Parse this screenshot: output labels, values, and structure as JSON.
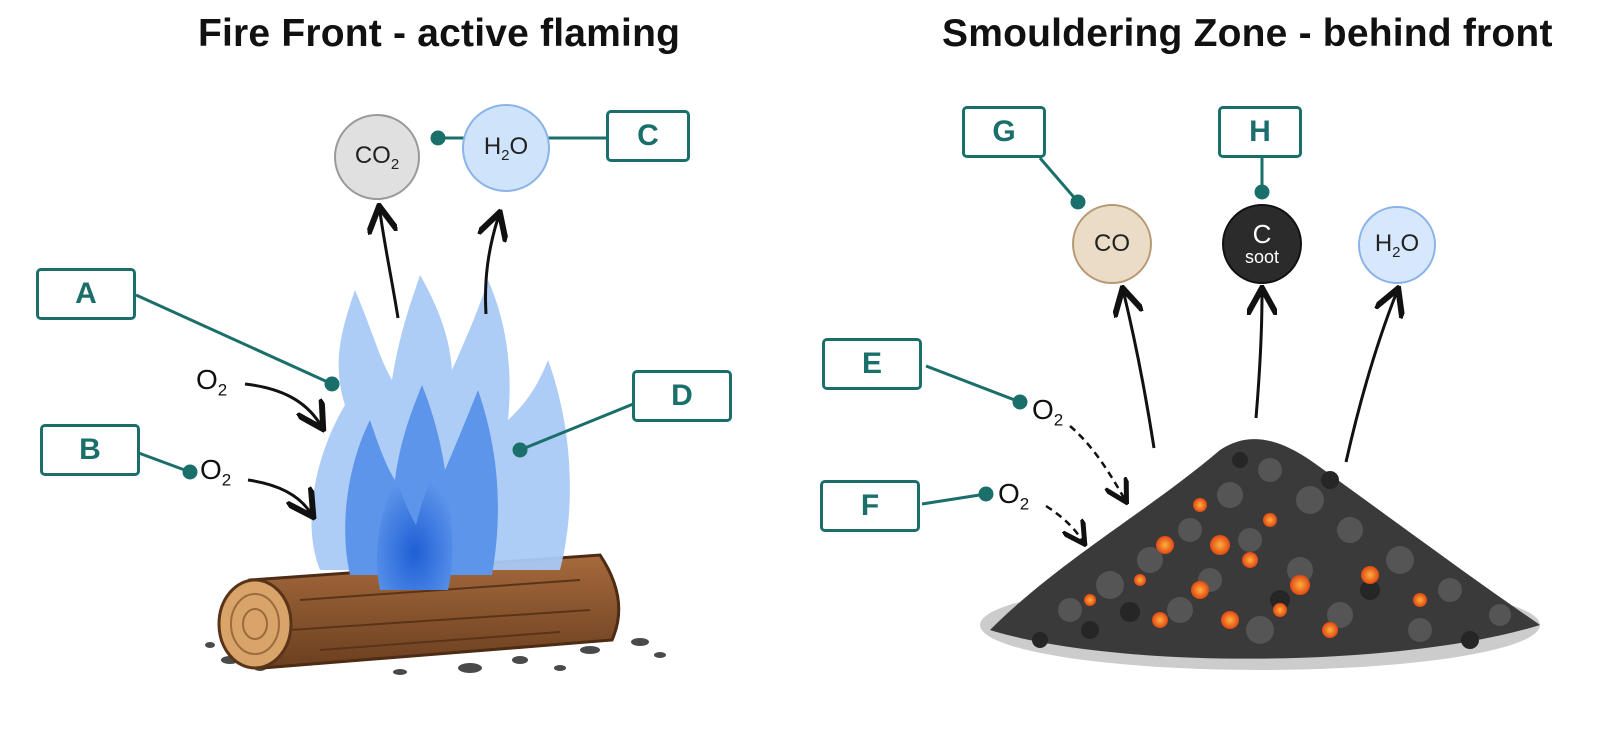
{
  "titles": {
    "left": "Fire Front - active flaming",
    "right": "Smouldering Zone - behind front"
  },
  "callouts": {
    "A": "A",
    "B": "B",
    "C": "C",
    "D": "D",
    "E": "E",
    "F": "F",
    "G": "G",
    "H": "H"
  },
  "molecules": {
    "co2": {
      "base": "CO",
      "sub": "2"
    },
    "h2o_left": {
      "pre": "H",
      "sub": "2",
      "post": "O"
    },
    "co": "CO",
    "soot": {
      "symbol": "C",
      "label": "soot"
    },
    "h2o_right": {
      "pre": "H",
      "sub": "2",
      "post": "O"
    }
  },
  "oxygen": {
    "base": "O",
    "sub": "2"
  },
  "colors": {
    "accent": "#1b6f6b",
    "flame_light": "#a9c9f5",
    "flame_dark": "#2f6fdc",
    "log": "#8a5530",
    "ember": "#f0641e",
    "char": "#3a3a3a"
  }
}
